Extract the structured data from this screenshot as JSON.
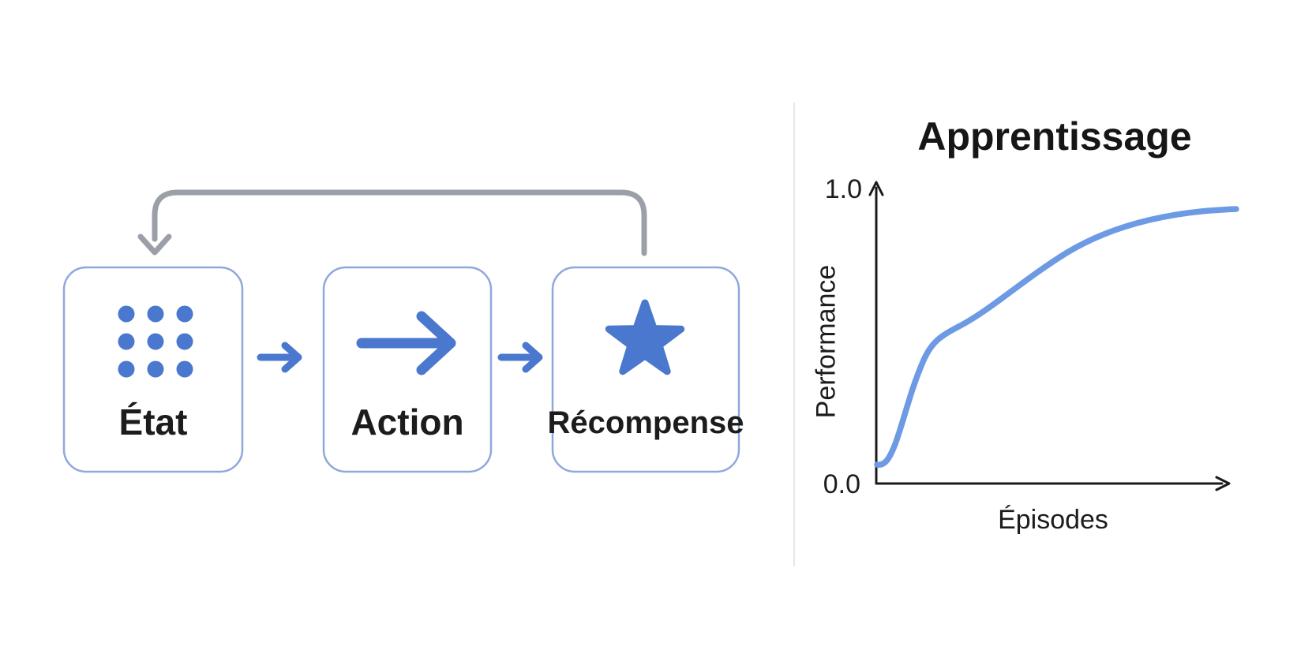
{
  "page": {
    "background": "#ffffff",
    "divider_color": "#e8e8ea"
  },
  "diagram": {
    "boxes": [
      {
        "id": "etat",
        "label": "État",
        "icon": "grid-dots-icon"
      },
      {
        "id": "action",
        "label": "Action",
        "icon": "arrow-right-icon"
      },
      {
        "id": "recompense",
        "label": "Récompense",
        "icon": "star-icon"
      }
    ],
    "flow": [
      "État → Action",
      "Action → Récompense",
      "Récompense → État (boucle de rétroaction)"
    ],
    "colors": {
      "icon_blue": "#4a78ce",
      "box_border": "#8fa8dc",
      "feedback_gray": "#9ba0a8",
      "label_text": "#1c1c1c"
    }
  },
  "chart": {
    "title": "Apprentissage",
    "y_axis_label": "Performance",
    "x_axis_label": "Épisodes",
    "y_tick_top": "1.0",
    "y_tick_bottom": "0.0",
    "curve_color": "#6d9ae4",
    "axis_color": "#1a1a1a"
  },
  "chart_data": {
    "type": "line",
    "title": "Apprentissage",
    "xlabel": "Épisodes",
    "ylabel": "Performance",
    "xlim": [
      0,
      1
    ],
    "ylim": [
      0.0,
      1.0
    ],
    "yticks": [
      0.0,
      1.0
    ],
    "xticks": [],
    "grid": false,
    "legend": false,
    "series": [
      {
        "name": "Performance",
        "color": "#6d9ae4",
        "x": [
          0.0,
          0.04,
          0.06,
          0.08,
          0.11,
          0.14,
          0.17,
          0.2,
          0.27,
          0.35,
          0.43,
          0.53,
          0.64,
          0.75,
          0.86,
          0.95,
          1.0
        ],
        "y": [
          0.06,
          0.08,
          0.14,
          0.24,
          0.35,
          0.42,
          0.47,
          0.5,
          0.6,
          0.67,
          0.73,
          0.79,
          0.84,
          0.89,
          0.91,
          0.93,
          0.93
        ]
      }
    ]
  }
}
